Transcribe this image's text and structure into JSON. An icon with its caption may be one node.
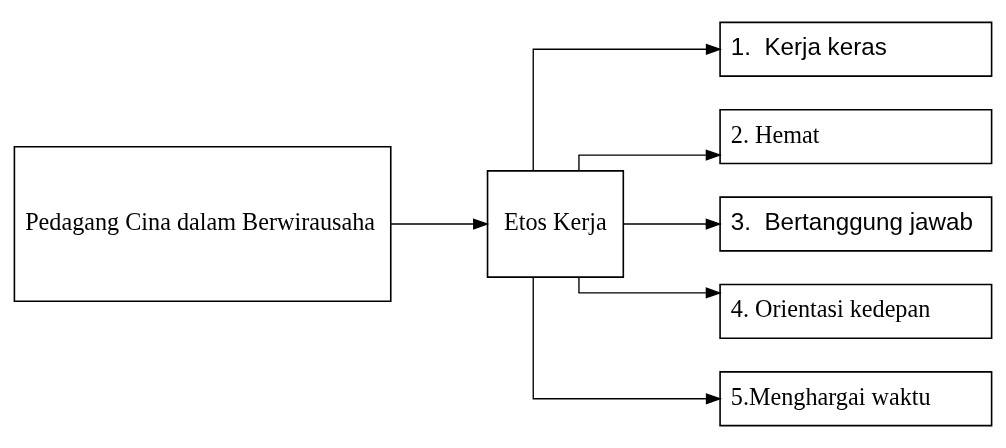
{
  "diagram": {
    "nodes": [
      {
        "text": [
          "Pedagang Cina dalam Berwirausaha"
        ]
      },
      {
        "text": [
          "Etos Kerja"
        ]
      },
      {
        "text": [
          "1.  Kerja keras"
        ]
      },
      {
        "text": [
          "2. Hemat"
        ]
      },
      {
        "text": [
          "3.  Bertanggung jawab"
        ]
      },
      {
        "text": [
          "4. Orientasi kedepan"
        ]
      },
      {
        "text": [
          "5.Menghargai waktu"
        ]
      }
    ],
    "edges": [
      {
        "from": 0,
        "to": 1,
        "arrow": "to"
      },
      {
        "from": 1,
        "to": 2,
        "arrow": "to"
      },
      {
        "from": 1,
        "to": 3,
        "arrow": "to"
      },
      {
        "from": 1,
        "to": 4,
        "arrow": "to"
      },
      {
        "from": 1,
        "to": 5,
        "arrow": "to"
      },
      {
        "from": 1,
        "to": 6,
        "arrow": "to"
      }
    ]
  }
}
